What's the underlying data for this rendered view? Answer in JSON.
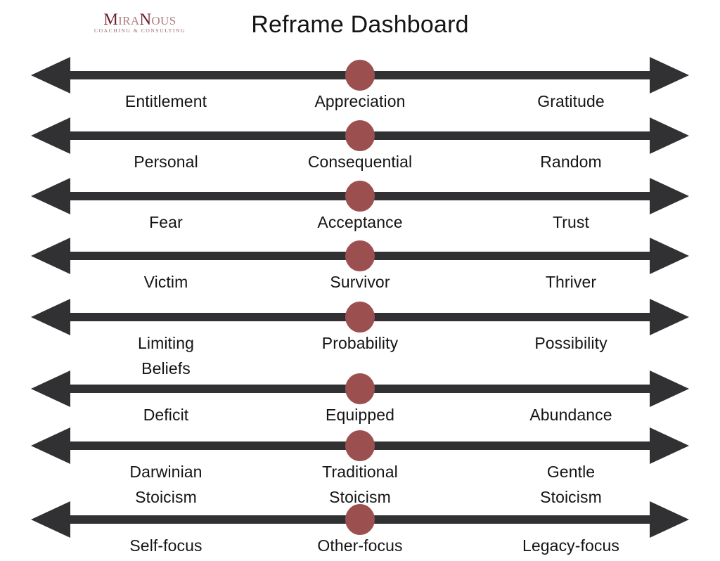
{
  "header": {
    "title": "Reframe Dashboard",
    "logo": {
      "name": "miranous-logo",
      "word_part_1": "M",
      "word_part_2": "IRA",
      "word_part_3": "N",
      "word_part_4": "OUS",
      "tagline": "COACHING  &  CONSULTING",
      "color_dark": "#6e1b2b",
      "color_light": "#b07a82"
    }
  },
  "colors": {
    "arrow": "#313133",
    "marker": "#9b4f4f",
    "text": "#141414",
    "background": "#ffffff"
  },
  "chart_data": {
    "type": "table",
    "title": "Reframe Dashboard",
    "description": "Eight bidirectional spectrum arrows; each has a left pole, a centre marker label and a right pole.",
    "columns": [
      "left",
      "center",
      "right"
    ],
    "marker_position": "center",
    "rows": [
      {
        "left": "Entitlement",
        "center": "Appreciation",
        "right": "Gratitude"
      },
      {
        "left": "Personal",
        "center": "Consequential",
        "right": "Random"
      },
      {
        "left": "Fear",
        "center": "Acceptance",
        "right": "Trust"
      },
      {
        "left": "Victim",
        "center": "Survivor",
        "right": "Thriver"
      },
      {
        "left": "Limiting\nBeliefs",
        "center": "Probability",
        "right": "Possibility"
      },
      {
        "left": "Deficit",
        "center": "Equipped",
        "right": "Abundance"
      },
      {
        "left": "Darwinian\nStoicism",
        "center": "Traditional\nStoicism",
        "right": "Gentle\nStoicism"
      },
      {
        "left": "Self-focus",
        "center": "Other-focus",
        "right": "Legacy-focus"
      }
    ]
  },
  "layout": {
    "row_tops": [
      18,
      104,
      190,
      275,
      362,
      464,
      545,
      650
    ]
  }
}
